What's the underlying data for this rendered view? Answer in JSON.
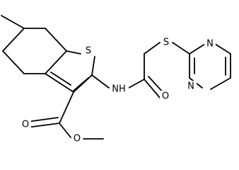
{
  "molecule": {
    "atoms": {
      "sulfur_thiophene": "S",
      "sulfur_thioether": "S",
      "nitrogen_amide": "NH",
      "oxygen_amide": "O",
      "oxygen_ester_carbonyl": "O",
      "oxygen_ester_methoxy": "O",
      "nitrogen_pyrimidine_top": "N",
      "nitrogen_pyrimidine_bottom": "N"
    }
  }
}
